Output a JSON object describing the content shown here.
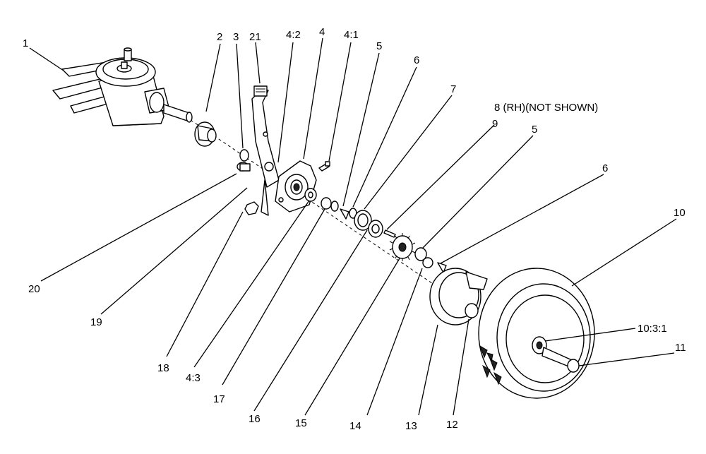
{
  "callouts": [
    {
      "id": "c1",
      "text": "1"
    },
    {
      "id": "c2",
      "text": "2"
    },
    {
      "id": "c3",
      "text": "3"
    },
    {
      "id": "c21",
      "text": "21"
    },
    {
      "id": "c4_2",
      "text": "4:2"
    },
    {
      "id": "c4",
      "text": "4"
    },
    {
      "id": "c4_1",
      "text": "4:1"
    },
    {
      "id": "c5a",
      "text": "5"
    },
    {
      "id": "c6a",
      "text": "6"
    },
    {
      "id": "c7",
      "text": "7"
    },
    {
      "id": "c8",
      "text": "8 (RH)(NOT SHOWN)"
    },
    {
      "id": "c9",
      "text": "9"
    },
    {
      "id": "c5b",
      "text": "5"
    },
    {
      "id": "c6b",
      "text": "6"
    },
    {
      "id": "c10",
      "text": "10"
    },
    {
      "id": "c10_3_1",
      "text": "10:3:1"
    },
    {
      "id": "c11",
      "text": "11"
    },
    {
      "id": "c12",
      "text": "12"
    },
    {
      "id": "c13",
      "text": "13"
    },
    {
      "id": "c14",
      "text": "14"
    },
    {
      "id": "c15",
      "text": "15"
    },
    {
      "id": "c16",
      "text": "16"
    },
    {
      "id": "c17",
      "text": "17"
    },
    {
      "id": "c4_3",
      "text": "4:3"
    },
    {
      "id": "c18",
      "text": "18"
    },
    {
      "id": "c19",
      "text": "19"
    },
    {
      "id": "c20",
      "text": "20"
    }
  ]
}
